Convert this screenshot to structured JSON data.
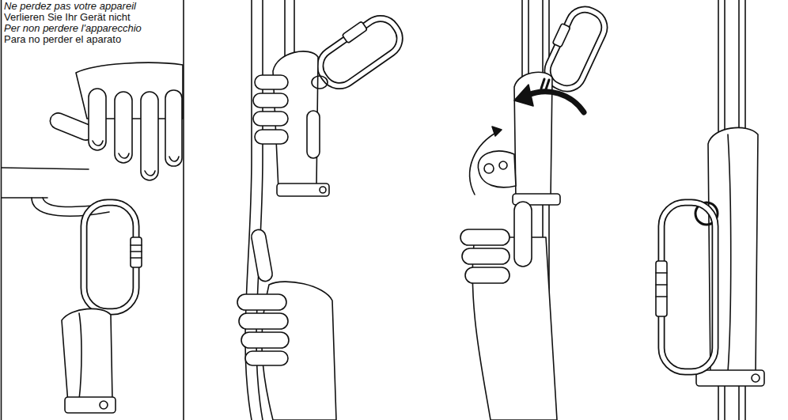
{
  "diagram": {
    "labels": [
      "Ne perdez pas votre appareil",
      "Verlieren Sie Ihr Gerät nicht",
      "Per non perdere l'apparecchio",
      "Para no perder el aparato"
    ]
  }
}
